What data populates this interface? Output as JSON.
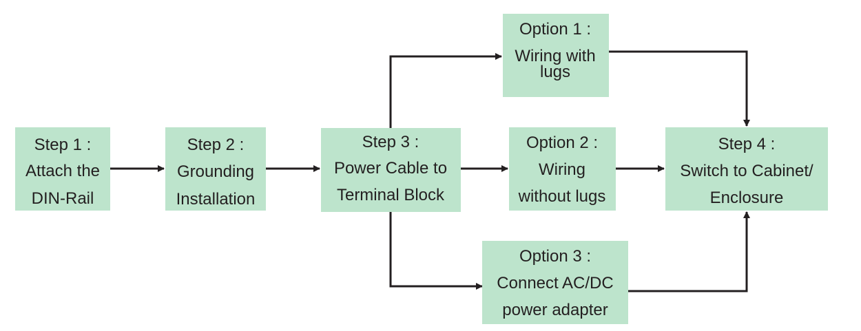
{
  "colors": {
    "box_fill": "#bde4cc",
    "line": "#231f20",
    "text": "#231f20"
  },
  "steps": {
    "step1": {
      "lines": [
        "Step 1 :",
        "Attach the",
        "DIN-Rail"
      ]
    },
    "step2": {
      "lines": [
        "Step 2 :",
        "Grounding",
        "Installation"
      ]
    },
    "step3": {
      "lines": [
        "Step 3 :",
        "Power Cable to",
        "Terminal Block"
      ]
    },
    "step4": {
      "lines": [
        "Step 4 :",
        "Switch to Cabinet/",
        "Enclosure"
      ]
    }
  },
  "options": {
    "option1": {
      "lines": [
        "Option 1 :",
        "Wiring with",
        "lugs"
      ]
    },
    "option2": {
      "lines": [
        "Option 2 :",
        "Wiring",
        "without lugs"
      ]
    },
    "option3": {
      "lines": [
        "Option 3 :",
        "Connect AC/DC",
        "power adapter"
      ]
    }
  },
  "connections": [
    {
      "from": "step1",
      "to": "step2"
    },
    {
      "from": "step2",
      "to": "step3"
    },
    {
      "from": "step3",
      "to": "option1"
    },
    {
      "from": "step3",
      "to": "option2"
    },
    {
      "from": "step3",
      "to": "option3"
    },
    {
      "from": "option1",
      "to": "step4"
    },
    {
      "from": "option2",
      "to": "step4"
    },
    {
      "from": "option3",
      "to": "step4"
    }
  ]
}
